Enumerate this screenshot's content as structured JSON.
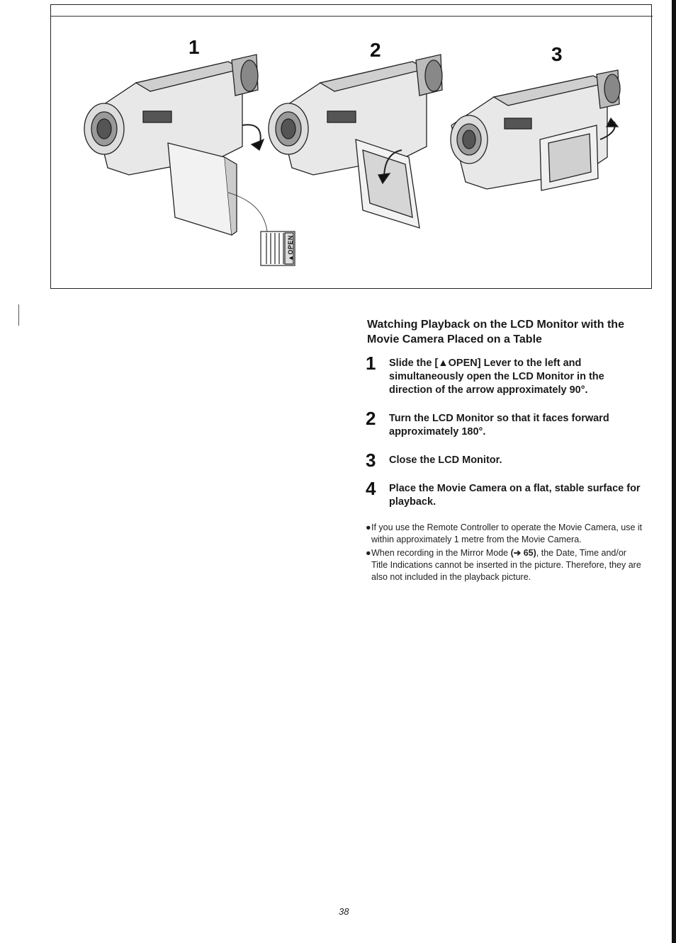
{
  "figure": {
    "step_labels": [
      "1",
      "2",
      "3"
    ],
    "lever_label": "▲OPEN",
    "panels": [
      {
        "name": "camcorder-lcd-opened-90",
        "description_icon": "camcorder-illustration"
      },
      {
        "name": "camcorder-lcd-rotated-180",
        "description_icon": "camcorder-illustration"
      },
      {
        "name": "camcorder-lcd-closed-forward",
        "description_icon": "camcorder-illustration"
      }
    ]
  },
  "section": {
    "heading": "Watching Playback on the LCD Monitor with the Movie Camera Placed on a Table",
    "steps": [
      {
        "number": "1",
        "text": "Slide the [▲OPEN] Lever to the left and simultaneously open the LCD Monitor in the direction of the arrow approximately 90°."
      },
      {
        "number": "2",
        "text": "Turn the LCD Monitor so that it faces forward approximately 180°."
      },
      {
        "number": "3",
        "text": "Close the LCD Monitor."
      },
      {
        "number": "4",
        "text": "Place the Movie Camera on a flat, stable surface for playback."
      }
    ],
    "notes": [
      {
        "bullet": "●",
        "text": "If you use the Remote Controller to operate the Movie Camera, use it within approximately 1 metre from the Movie Camera."
      },
      {
        "bullet": "●",
        "pre": "When recording in the Mirror Mode ",
        "ref": "(➔ 65)",
        "post": ", the Date, Time and/or Title Indications cannot be inserted in the picture. Therefore, they are also not included in the playback picture."
      }
    ]
  },
  "page_number": "38"
}
